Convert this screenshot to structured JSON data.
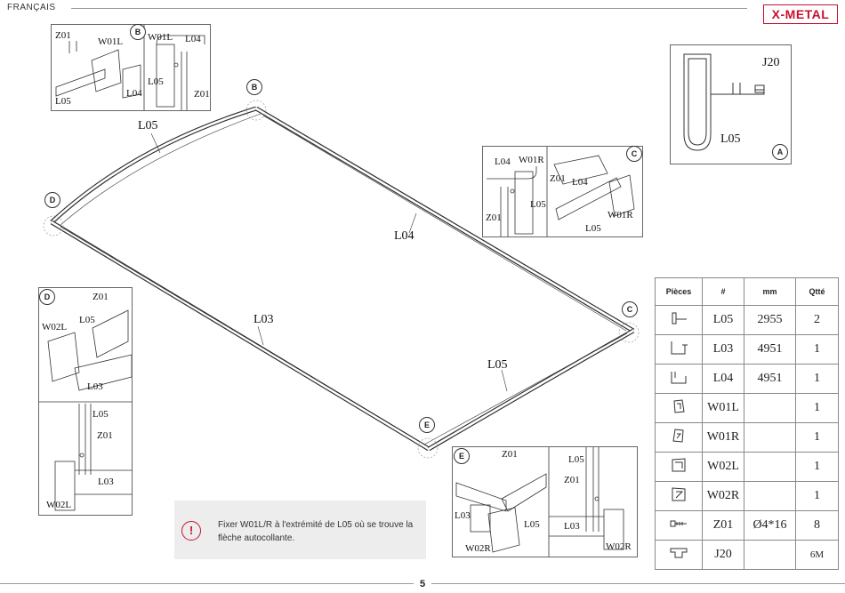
{
  "header": {
    "language": "FRANÇAIS",
    "brand": "X-METAL"
  },
  "frame_labels": {
    "l05_top": "L05",
    "l04": "L04",
    "l03": "L03",
    "l05_bottom": "L05"
  },
  "markers": {
    "a": "A",
    "b": "B",
    "c": "C",
    "d": "D",
    "e": "E"
  },
  "detail_b": {
    "z01": "Z01",
    "w01l": "W01L",
    "w01l_2": "W01L",
    "l04": "L04",
    "l05": "L05",
    "l04_2": "L04",
    "l05_2": "L05",
    "z01_2": "Z01"
  },
  "detail_a": {
    "j20": "J20",
    "l05": "L05"
  },
  "detail_c": {
    "l04": "L04",
    "w01r": "W01R",
    "z01": "Z01",
    "l04_2": "L04",
    "l05": "L05",
    "z01_2": "Z01",
    "w01r_2": "W01R",
    "l05_2": "L05"
  },
  "detail_d": {
    "z01": "Z01",
    "w02l": "W02L",
    "l05": "L05",
    "l03": "L03",
    "l05_2": "L05",
    "z01_2": "Z01",
    "l03_2": "L03",
    "w02l_2": "W02L"
  },
  "detail_e": {
    "z01": "Z01",
    "l05": "L05",
    "z01_2": "Z01",
    "l03": "L03",
    "l05_2": "L05",
    "l03_2": "L03",
    "w02r": "W02R",
    "w02r_2": "W02R"
  },
  "parts_table": {
    "headers": [
      "Pièces",
      "#",
      "mm",
      "Qtté"
    ],
    "rows": [
      {
        "code": "L05",
        "mm": "2955",
        "qty": "2"
      },
      {
        "code": "L03",
        "mm": "4951",
        "qty": "1"
      },
      {
        "code": "L04",
        "mm": "4951",
        "qty": "1"
      },
      {
        "code": "W01L",
        "mm": "",
        "qty": "1"
      },
      {
        "code": "W01R",
        "mm": "",
        "qty": "1"
      },
      {
        "code": "W02L",
        "mm": "",
        "qty": "1"
      },
      {
        "code": "W02R",
        "mm": "",
        "qty": "1"
      },
      {
        "code": "Z01",
        "mm": "Ø4*16",
        "qty": "8"
      },
      {
        "code": "J20",
        "mm": "",
        "qty": "6M"
      }
    ]
  },
  "note": {
    "icon": "!",
    "text": "Fixer W01L/R à l'extrémité de L05 où se trouve la flèche autocollante."
  },
  "footer": {
    "page": "5"
  }
}
